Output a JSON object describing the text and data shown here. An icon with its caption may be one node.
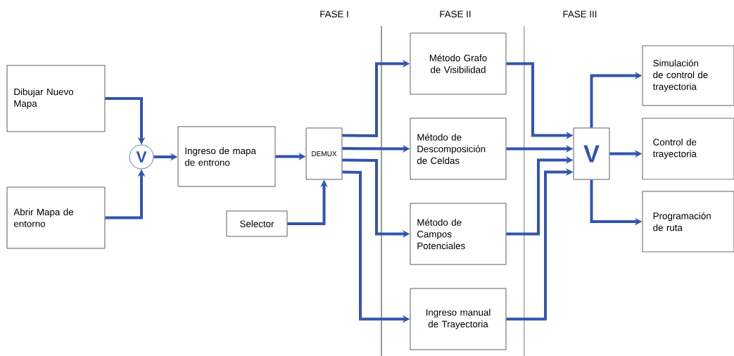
{
  "diagram": {
    "nodes": [
      {
        "text": [
          "Dibujar Nuevo Mapa"
        ]
      },
      {
        "text": [
          "Abrir Mapa de entorno"
        ]
      },
      {
        "text": [
          "V"
        ]
      },
      {
        "text": [
          "Ingreso de mapa de entrono"
        ]
      },
      {
        "text": [
          "DEMUX"
        ]
      },
      {
        "text": [
          "Selector"
        ]
      },
      {
        "text": [
          "Método Grafo de Visibilidad"
        ]
      },
      {
        "text": [
          "Método de Descomposición de Celdas"
        ]
      },
      {
        "text": [
          "Método de Campos Potenciales"
        ]
      },
      {
        "text": [
          "Ingreso manual de Trayectoria"
        ]
      },
      {
        "text": [
          "V"
        ]
      },
      {
        "text": [
          "Simulación de control de trayectoria"
        ]
      },
      {
        "text": [
          "Control de trayectoria"
        ]
      },
      {
        "text": [
          "Programación de ruta"
        ]
      }
    ],
    "edges": [
      {
        "from": 0,
        "to": 2,
        "arrow": "to"
      },
      {
        "from": 1,
        "to": 2,
        "arrow": "to"
      },
      {
        "from": 2,
        "to": 3,
        "arrow": "to"
      },
      {
        "from": 3,
        "to": 4,
        "arrow": "to"
      },
      {
        "from": 5,
        "to": 4,
        "arrow": "to"
      },
      {
        "from": 4,
        "to": 6,
        "arrow": "to"
      },
      {
        "from": 4,
        "to": 7,
        "arrow": "to"
      },
      {
        "from": 4,
        "to": 8,
        "arrow": "to"
      },
      {
        "from": 4,
        "to": 9,
        "arrow": "to"
      },
      {
        "from": 6,
        "to": 10,
        "arrow": "to"
      },
      {
        "from": 7,
        "to": 10,
        "arrow": "to"
      },
      {
        "from": 8,
        "to": 10,
        "arrow": "to"
      },
      {
        "from": 9,
        "to": 10,
        "arrow": "to"
      },
      {
        "from": 10,
        "to": 11,
        "arrow": "to"
      },
      {
        "from": 10,
        "to": 12,
        "arrow": "to"
      },
      {
        "from": 10,
        "to": 13,
        "arrow": "to"
      }
    ],
    "labels": [
      "FASE I",
      "FASE II",
      "FASE III"
    ]
  }
}
